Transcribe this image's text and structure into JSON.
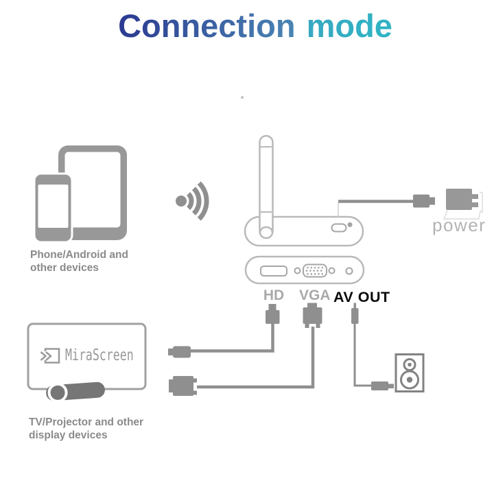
{
  "title": {
    "part1": "Connection",
    "part2": "mode"
  },
  "source_devices": {
    "caption_line1": "Phone/Android and",
    "caption_line2": "other devices"
  },
  "display_devices": {
    "caption_line1": "TV/Projector and other",
    "caption_line2": "display devices",
    "brand": "MiraScreen"
  },
  "dongle": {
    "hdmi_label": "HD",
    "vga_label": "VGA",
    "av_label": "AV OUT"
  },
  "power": {
    "label": "power"
  },
  "icons": {
    "wifi-signal-icon": "dot with three arcs radiating right",
    "phone-icon": "smartphone outline",
    "tablet-icon": "tablet outline",
    "antenna-icon": "wifi antenna stick",
    "micro-usb-port-icon": "micro usb socket",
    "led-indicator-icon": "status dot",
    "usb-plug-icon": "usb connector",
    "power-adapter-icon": "wall charger with prongs",
    "hdmi-port-icon": "hdmi socket",
    "vga-port-icon": "vga d-sub socket",
    "av-port-icon": "3.5mm jack socket",
    "hdmi-plug-icon": "hdmi connector",
    "vga-plug-icon": "vga connector",
    "av-jack-plug-icon": "3.5mm jack connector",
    "mirascreen-logo-icon": "double chevron entering screen",
    "projector-icon": "projector bar with lens",
    "speaker-icon": "loudspeaker box with tweeter and woofer",
    "artifact-dot": "small stray speck"
  },
  "colors": {
    "title-navy": "#2b3990",
    "title-steel": "#4a86b4",
    "title-teal": "#2fb4c4",
    "icon-gray": "#8f8f8f",
    "device-gray": "#989898",
    "outline-gray": "#b9b9b9",
    "port-gray": "#a6a6a6",
    "label-gray": "#8a8a8a",
    "power-label-gray": "#b3b3b3",
    "av-black": "#0a0a0a",
    "projector-gray": "#767676",
    "speaker-gray": "#828282",
    "faint-gray": "#dcdcdc"
  }
}
